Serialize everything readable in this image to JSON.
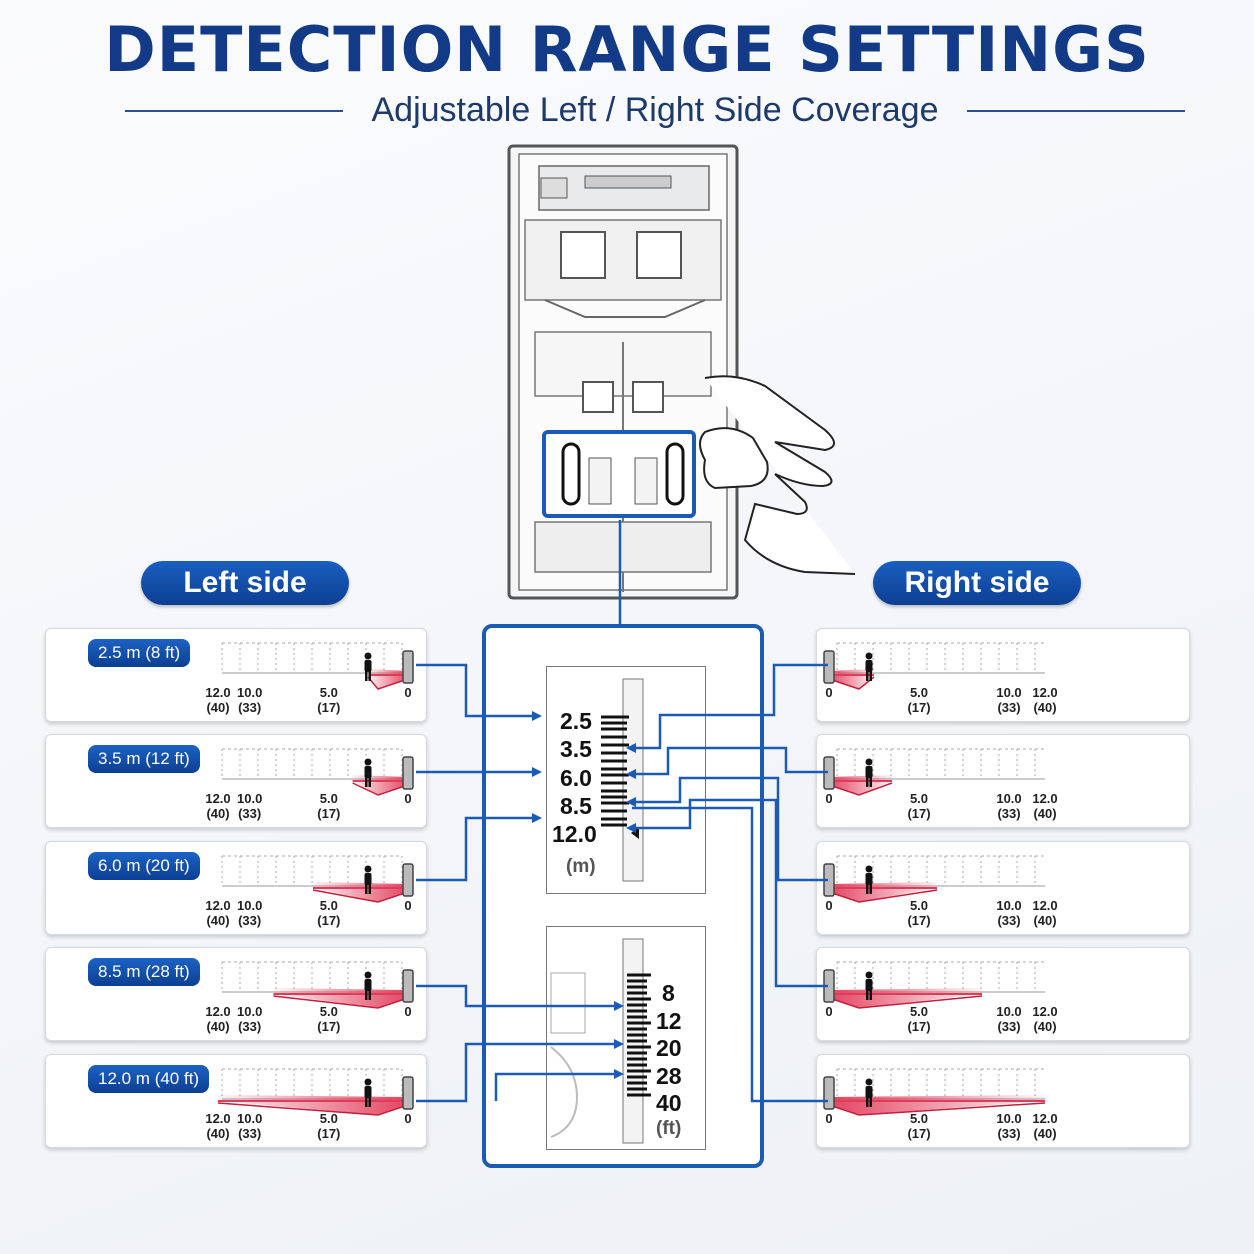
{
  "header": {
    "title": "DETECTION RANGE SETTINGS",
    "subtitle": "Adjustable Left / Right Side Coverage"
  },
  "sides": {
    "left_label": "Left side",
    "right_label": "Right side"
  },
  "left_cards": [
    {
      "badge": "2.5 m (8 ft)",
      "range_m": 2.5
    },
    {
      "badge": "3.5 m (12 ft)",
      "range_m": 3.5
    },
    {
      "badge": "6.0 m (20 ft)",
      "range_m": 6.0
    },
    {
      "badge": "8.5 m (28 ft)",
      "range_m": 8.5
    },
    {
      "badge": "12.0 m (40 ft)",
      "range_m": 12.0
    }
  ],
  "right_cards": [
    {
      "range_m": 2.5
    },
    {
      "range_m": 3.5
    },
    {
      "range_m": 6.0
    },
    {
      "range_m": 8.5
    },
    {
      "range_m": 12.0
    }
  ],
  "axis": {
    "left_ticks": [
      {
        "m": "12.0",
        "ft": "(40)"
      },
      {
        "m": "10.0",
        "ft": "(33)"
      },
      {
        "m": "5.0",
        "ft": "(17)"
      },
      {
        "m": "0",
        "ft": ""
      }
    ],
    "right_ticks": [
      {
        "m": "0",
        "ft": ""
      },
      {
        "m": "5.0",
        "ft": "(17)"
      },
      {
        "m": "10.0",
        "ft": "(33)"
      },
      {
        "m": "12.0",
        "ft": "(40)"
      }
    ]
  },
  "meter_scale": {
    "values": [
      "2.5",
      "3.5",
      "6.0",
      "8.5",
      "12.0"
    ],
    "unit": "(m)"
  },
  "feet_scale": {
    "values": [
      "8",
      "12",
      "20",
      "28",
      "40"
    ],
    "unit": "(ft)"
  },
  "colors": {
    "brand_blue": "#123a86",
    "pill_blue": "#0c3f92",
    "wire_blue": "#1b5bb5",
    "zone_red": "#e23b5a"
  }
}
